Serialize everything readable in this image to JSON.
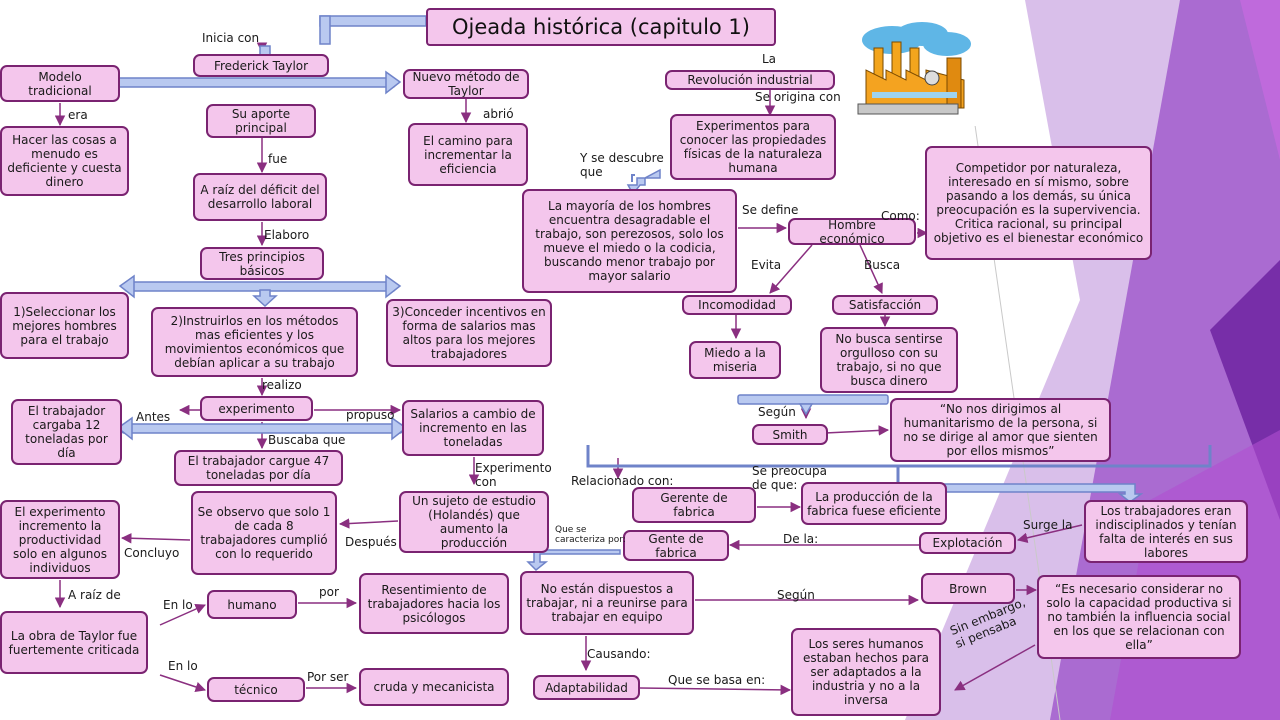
{
  "title": "Ojeada histórica (capitulo 1)",
  "nodes": {
    "frederick_taylor": "Frederick Taylor",
    "modelo_tradicional": "Modelo tradicional",
    "nuevo_metodo": "Nuevo método de Taylor",
    "revolucion_industrial": "Revolución industrial",
    "su_aporte": "Su aporte principal",
    "el_camino": "El camino para incrementar la eficiencia",
    "hacer_cosas": "Hacer las cosas a menudo es deficiente y cuesta dinero",
    "experimentos_conocer": "Experimentos para conocer las propiedades físicas de la naturaleza humana",
    "a_raiz_deficit": "A raíz del déficit del desarrollo laboral",
    "competidor": "Competidor por naturaleza, interesado en sí mismo, sobre pasando a los demás, su única preocupación es la supervivencia. Critica racional, su principal objetivo es el bienestar económico",
    "mayoria_hombres": "La mayoría de los hombres encuentra desagradable el trabajo, son perezosos, solo los mueve el miedo o la codicia, buscando menor trabajo por mayor salario",
    "hombre_economico": "Hombre económico",
    "tres_principios": "Tres principios básicos",
    "incomodidad": "Incomodidad",
    "satisfaccion": "Satisfacción",
    "seleccionar": "1)Seleccionar los mejores hombres para el trabajo",
    "instruirlos": "2)Instruirlos en los métodos mas eficientes y los movimientos económicos que debían aplicar a su trabajo",
    "conceder": "3)Conceder incentivos en forma de salarios mas altos para los mejores trabajadores",
    "miedo_miseria": "Miedo a la miseria",
    "no_busca": "No busca sentirse orgulloso con su trabajo, si no que busca dinero",
    "experimento": "experimento",
    "trabajador_12": "El trabajador cargaba 12 toneladas por día",
    "salarios_cambio": "Salarios a cambio de incremento en las toneladas",
    "no_nos_dirigimos": "“No nos dirigimos al humanitarismo de la persona, si no se dirige al amor que sienten por ellos mismos”",
    "smith": "Smith",
    "trabajador_47": "El trabajador cargue 47 toneladas por día",
    "gerente_fabrica": "Gerente de fabrica",
    "produccion_fabrica": "La producción de la fabrica fuese eficiente",
    "trabajadores_indisciplinados": "Los trabajadores eran indisciplinados y tenían falta de interés en sus labores",
    "experimento_incremento": "El experimento incremento la productividad solo en algunos individuos",
    "se_observo": "Se observo que solo 1 de cada 8 trabajadores cumplió con lo requerido",
    "sujeto_estudio": "Un sujeto de estudio (Holandés) que aumento la producción",
    "gente_fabrica": "Gente de fabrica",
    "explotacion": "Explotación",
    "no_dispuestos": "No están dispuestos a trabajar, ni a reunirse para trabajar en equipo",
    "brown": "Brown",
    "es_necesario": "“Es necesario considerar no solo la capacidad productiva si no también la influencia social en los que se relacionan con ella”",
    "obra_taylor": "La obra de Taylor fue fuertemente criticada",
    "humano": "humano",
    "resentimiento": "Resentimiento de trabajadores hacia los psicólogos",
    "seres_humanos": "Los seres humanos estaban hechos para ser adaptados a la industria y no a la inversa",
    "tecnico": "técnico",
    "cruda": "cruda y mecanicista",
    "adaptabilidad": "Adaptabilidad"
  },
  "labels": {
    "inicia_con": "Inicia con",
    "la": "La",
    "era": "era",
    "abrio": "abrió",
    "se_origina_con": "Se origina con",
    "fue": "fue",
    "y_se_descubre": "Y se descubre que",
    "elaboro": "Elaboro",
    "se_define": "Se define",
    "como": "Como:",
    "evita": "Evita",
    "busca": "Busca",
    "realizo": "realizo",
    "antes": "Antes",
    "propuso": "propuso",
    "segun_smith": "Según",
    "buscaba_que": "Buscaba que",
    "experimento_con": "Experimento con",
    "relacionado_con": "Relacionado con:",
    "se_preocupa": "Se preocupa de que:",
    "surge_la": "Surge la",
    "despues": "Después",
    "concluyo": "Concluyo",
    "que_se_caracteriza": "Que se caracteriza por:",
    "de_la": "De la:",
    "a_raiz_de": "A raíz de",
    "en_lo_1": "En lo",
    "por": "por",
    "segun_brown": "Según",
    "sin_embargo": "Sin embargo, si pensaba",
    "en_lo_2": "En lo",
    "por_ser": "Por ser",
    "causando": "Causando:",
    "que_se_basa": "Que se basa en:"
  },
  "colors": {
    "node_fill": "#f4c6ec",
    "node_border": "#7a2371",
    "arrow": "#8a2f80",
    "bracket_fill": "#b9c9f0",
    "bracket_border": "#6f83c9",
    "background_accent": "#a65ad0"
  },
  "icons": [
    "factory-clipart"
  ]
}
